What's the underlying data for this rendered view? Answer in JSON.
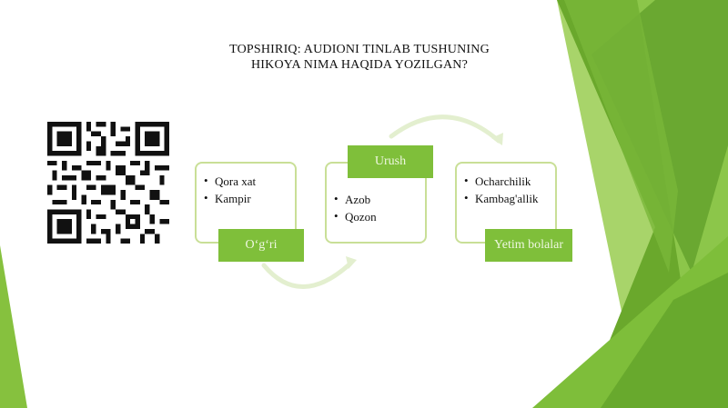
{
  "title": {
    "line1": "TOPSHIRIQ: AUDIONI TINLAB TUSHUNING",
    "line2": "HIKOYA NIMA HAQIDA YOZILGAN?"
  },
  "qr_code": {
    "label": "qr-code"
  },
  "cards": [
    {
      "tag": "O‘g‘ri",
      "items": [
        "Qora xat",
        "Kampir"
      ]
    },
    {
      "tag": "Urush",
      "items": [
        "Azob",
        "Qozon"
      ]
    },
    {
      "tag": "Yetim bolalar",
      "items": [
        "Ocharchilik",
        "Kambag'allik"
      ]
    }
  ],
  "colors": {
    "accent_green": "#7fbf3a",
    "card_border": "#c9df97",
    "deco_dark": "#5e9a26",
    "deco_light": "#a6d46a"
  }
}
